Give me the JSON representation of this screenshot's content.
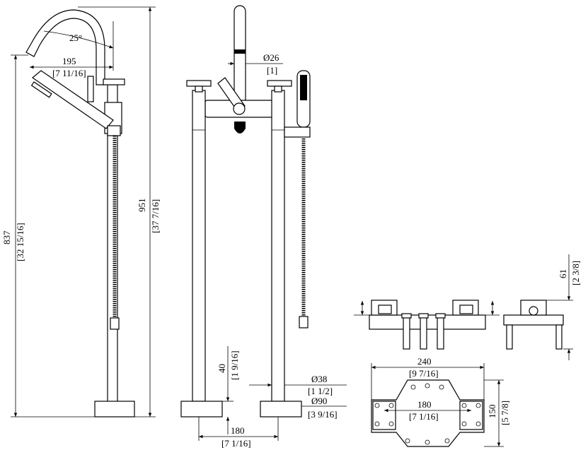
{
  "drawing": {
    "side_view": {
      "angle": "25°",
      "reach": "195",
      "reach_in": "[7 11/16]",
      "height_spout": "837",
      "height_spout_in": "[32 15/16]",
      "height_total": "951",
      "height_total_in": "[37 7/16]"
    },
    "front_view": {
      "spout_dia": "Ø26",
      "spout_dia_in": "[1]",
      "base_height": "40",
      "base_height_in": "[1 9/16]",
      "pipe_dia": "Ø38",
      "pipe_dia_in": "[1 1/2]",
      "base_dia": "Ø90",
      "base_dia_in": "[3 9/16]",
      "centers": "180",
      "centers_in": "[7 1/16]"
    },
    "mount_detail": {
      "height": "61",
      "height_in": "[2 3/8]",
      "plate_width": "240",
      "plate_width_in": "[9 7/16]",
      "plate_centers": "180",
      "plate_centers_in": "[7 1/16]",
      "plate_depth": "150",
      "plate_depth_in": "[5 7/8]"
    }
  },
  "colors": {
    "line": "#000000",
    "background": "#ffffff"
  }
}
